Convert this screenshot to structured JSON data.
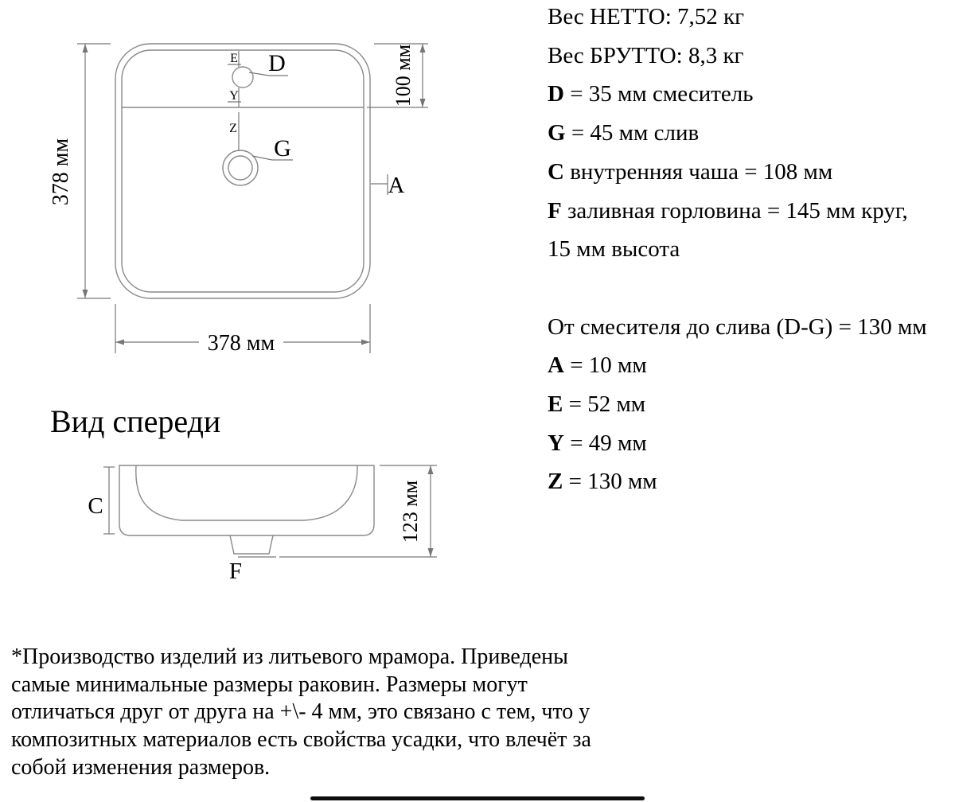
{
  "colors": {
    "background": "#ffffff",
    "outline_line": "#898989",
    "dimension_line": "#777777",
    "text": "#000000",
    "home_indicator": "#0d0d0d"
  },
  "drawing": {
    "top_view": {
      "label_d": "D",
      "label_g": "G",
      "label_a": "A",
      "label_e": "E",
      "label_y": "Y",
      "label_z": "Z",
      "dim_left": "378 мм",
      "dim_bottom": "378 мм",
      "dim_right": "100 мм"
    },
    "front_view": {
      "title": "Вид спереди",
      "label_c": "C",
      "label_f": "F",
      "dim_right": "123 мм"
    }
  },
  "specs": {
    "lines": [
      {
        "prefix": "",
        "text": "Вес НЕТТО: 7,52 кг"
      },
      {
        "prefix": "",
        "text": "Вес БРУТТО: 8,3 кг"
      },
      {
        "prefix": "D",
        "text": " = 35 мм смеситель"
      },
      {
        "prefix": "G",
        "text": " = 45 мм слив"
      },
      {
        "prefix": "C",
        "text": " внутренняя чаша = 108 мм"
      },
      {
        "prefix": "F",
        "text": " заливная горловина = 145 мм круг,"
      },
      {
        "prefix": "",
        "text": "15 мм высота"
      },
      {
        "prefix": "",
        "text": "От смесителя до слива (D-G) = 130 мм"
      },
      {
        "prefix": "A",
        "text": " = 10 мм"
      },
      {
        "prefix": "E",
        "text": " = 52 мм"
      },
      {
        "prefix": "Y",
        "text": " = 49 мм"
      },
      {
        "prefix": "Z",
        "text": " = 130 мм"
      }
    ]
  },
  "footnote": {
    "line1": "*Производство изделий из литьевого мрамора. Приведены",
    "line2": "самые минимальные размеры раковин. Размеры могут",
    "line3": "отличаться друг от друга на +\\- 4 мм, это связано с тем, что у",
    "line4": "композитных материалов есть свойства усадки, что влечёт за",
    "line5": "собой изменения размеров."
  }
}
